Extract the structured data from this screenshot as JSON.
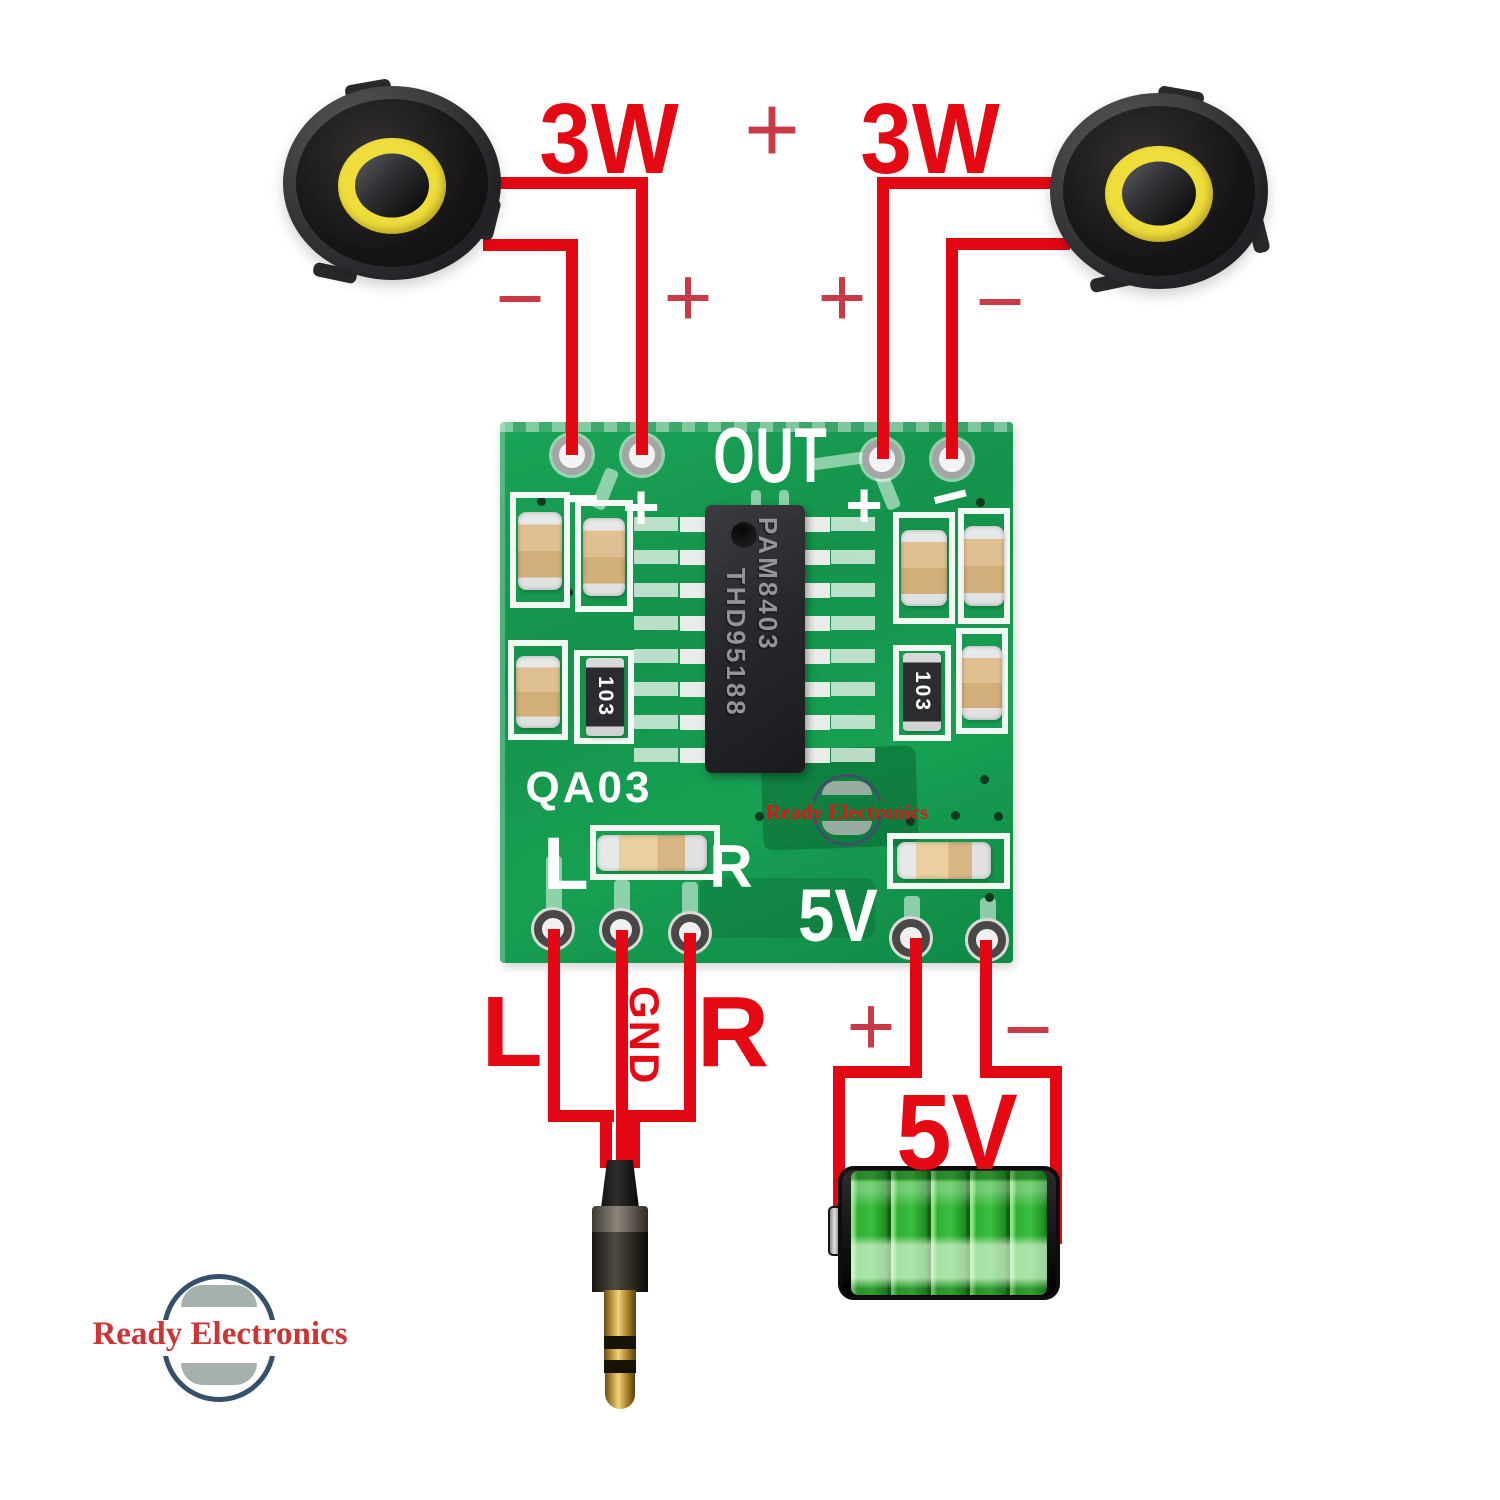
{
  "brand": {
    "name": "Ready Electronics"
  },
  "speakers": {
    "left_power": "3W",
    "right_power": "3W"
  },
  "markers": {
    "plus": "+",
    "minus": "−"
  },
  "inputs": {
    "left": "L",
    "ground": "GND",
    "right": "R"
  },
  "battery": {
    "voltage": "5V"
  },
  "board": {
    "out": "OUT",
    "model": "QA03",
    "left": "L",
    "right": "R",
    "power": "5V",
    "plus": "+",
    "minus": "−",
    "ic_line1": "PAM8403",
    "ic_line2": "THD95188",
    "resistor_code": "103"
  },
  "colors": {
    "wire_red": "#e30613",
    "label_red": "#e50914",
    "marker_red": "#c73b49",
    "pcb_green": "#18a155",
    "silkscreen_white": "#ffffff",
    "battery_green": "#3cbf3e",
    "speaker_yellow": "#efdd3c",
    "logo_navy": "#36506a",
    "logo_red": "#cd3434",
    "logo_gray": "#a7b1ab"
  }
}
